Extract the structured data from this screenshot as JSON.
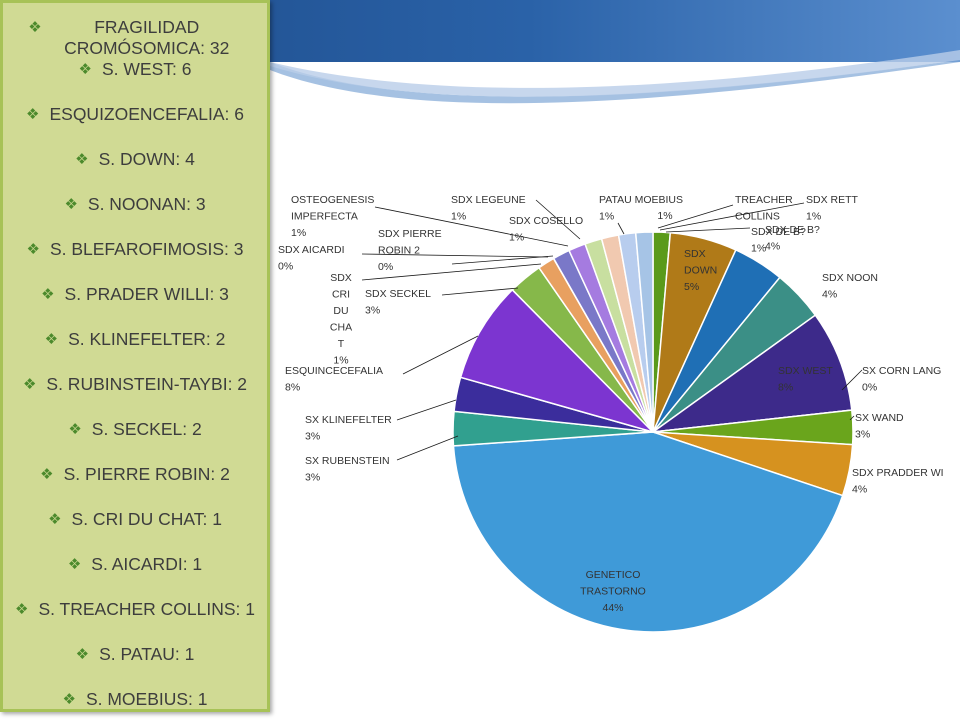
{
  "side_panel": {
    "items": [
      {
        "text": "FRAGILIDAD CROMÓSOMICA: 32",
        "bullet": "❖"
      },
      {
        "text": "S. WEST: 6",
        "bullet": "❖"
      },
      {
        "text": "ESQUIZOENCEFALIA: 6",
        "bullet": "❖"
      },
      {
        "text": "S. DOWN: 4",
        "bullet": "❖"
      },
      {
        "text": "S. NOONAN: 3",
        "bullet": "❖"
      },
      {
        "text": "S. BLEFAROFIMOSIS: 3",
        "bullet": "❖"
      },
      {
        "text": "S. PRADER WILLI: 3",
        "bullet": "❖"
      },
      {
        "text": "S. KLINEFELTER: 2",
        "bullet": "❖"
      },
      {
        "text": "S. RUBINSTEIN-TAYBI: 2",
        "bullet": "❖"
      },
      {
        "text": "S. SECKEL: 2",
        "bullet": "❖"
      },
      {
        "text": "S. PIERRE ROBIN: 2",
        "bullet": "❖"
      },
      {
        "text": "S. CRI DU CHAT: 1",
        "bullet": "❖"
      },
      {
        "text": "S. AICARDI: 1",
        "bullet": "❖"
      },
      {
        "text": "S. TREACHER COLLINS: 1",
        "bullet": "❖"
      },
      {
        "text": "S. PATAU: 1",
        "bullet": "❖"
      },
      {
        "text": "S. MOEBIUS: 1",
        "bullet": "❖"
      }
    ]
  },
  "chart_data": {
    "type": "pie",
    "start": "top, clockwise",
    "slices": [
      {
        "label": "SDX DE B?",
        "pct": "1%",
        "value": 1.4,
        "color": "#5a9a1a"
      },
      {
        "label": "SDX DOWN",
        "pct": "5%",
        "value": 5.5,
        "color": "#b07a18"
      },
      {
        "label": "SDX DE B?",
        "pct": "4%",
        "value": 4.2,
        "color": "#1f6fb5"
      },
      {
        "label": "SDX NOON",
        "pct": "4%",
        "value": 4.2,
        "color": "#3b8f86"
      },
      {
        "label": "SDX WEST",
        "pct": "8%",
        "value": 8.3,
        "color": "#3d2a8a"
      },
      {
        "label": "SX CORN LANG",
        "pct": "0%",
        "value": 0.001,
        "color": "#6f5bbf"
      },
      {
        "label": "SX WAND",
        "pct": "3%",
        "value": 2.8,
        "color": "#6aa51c"
      },
      {
        "label": "SDX PRADDER WI",
        "pct": "4%",
        "value": 4.2,
        "color": "#d6921f"
      },
      {
        "label": "GENETICO TRASTORNO",
        "pct": "44%",
        "value": 44.4,
        "color": "#3f9ad8"
      },
      {
        "label": "SX RUBENSTEIN",
        "pct": "3%",
        "value": 2.8,
        "color": "#31a08f"
      },
      {
        "label": "SX KLINEFELTER",
        "pct": "3%",
        "value": 2.8,
        "color": "#3b2d9c"
      },
      {
        "label": "ESQUINCECEFALIA",
        "pct": "8%",
        "value": 8.3,
        "color": "#7c35d0"
      },
      {
        "label": "SDX SECKEL",
        "pct": "3%",
        "value": 2.8,
        "color": "#86b84a"
      },
      {
        "label": "SDX CRI DU CHAT",
        "pct": "1%",
        "value": 1.4,
        "color": "#e8a060"
      },
      {
        "label": "SDX AICARDI",
        "pct": "0%",
        "value": 0.001,
        "color": "#7a5fbf"
      },
      {
        "label": "SDX PIERRE ROBIN 2",
        "pct": "0%",
        "value": 0.001,
        "color": "#5b7fd0"
      },
      {
        "label": "OSTEOGENESIS IMPERFECTA",
        "pct": "1%",
        "value": 1.4,
        "color": "#7a78c8"
      },
      {
        "label": "SDX LEGEUNE",
        "pct": "1%",
        "value": 1.4,
        "color": "#a57be0"
      },
      {
        "label": "SDX COSELLO",
        "pct": "1%",
        "value": 1.4,
        "color": "#c8dfa0"
      },
      {
        "label": "PATAU MOEBIUS",
        "pct": "1%",
        "value": 1.4,
        "color": "#f1c9b0"
      },
      {
        "label": "TREACHER COLLINS",
        "pct": "1%",
        "value": 1.4,
        "color": "#b8cdee"
      },
      {
        "label": "SDX RETT",
        "pct": "1%",
        "value": 1.4,
        "color": "#a6c4e6"
      }
    ],
    "labels": [
      {
        "lines": [
          "SDX",
          "DOWN",
          "5%"
        ]
      },
      {
        "lines": [
          "SDX DE B?",
          "4%"
        ]
      },
      {
        "lines": [
          "SDX NOON",
          "4%"
        ]
      },
      {
        "lines": [
          "SDX WEST",
          "8%"
        ]
      },
      {
        "lines": [
          "SX CORN LANG",
          "0%"
        ]
      },
      {
        "lines": [
          "SX WAND",
          "3%"
        ]
      },
      {
        "lines": [
          "SDX PRADDER WI",
          "4%"
        ]
      },
      {
        "lines": [
          "GENETICO",
          "TRASTORNO",
          "44%"
        ]
      },
      {
        "lines": [
          "SX RUBENSTEIN",
          "3%"
        ]
      },
      {
        "lines": [
          "SX KLINEFELTER",
          "3%"
        ]
      },
      {
        "lines": [
          "ESQUINCECEFALIA",
          "8%"
        ]
      },
      {
        "lines": [
          "SDX SECKEL",
          "3%"
        ]
      },
      {
        "lines": [
          "SDX",
          "CRI",
          "DU",
          "CHA",
          "T",
          "1%"
        ]
      },
      {
        "lines": [
          "SDX AICARDI",
          "0%"
        ]
      },
      {
        "lines": [
          "SDX PIERRE",
          "ROBIN 2",
          "0%"
        ]
      },
      {
        "lines": [
          "OSTEOGENESIS",
          "IMPERFECTA",
          "1%"
        ]
      },
      {
        "lines": [
          "SDX LEGEUNE",
          "1%"
        ]
      },
      {
        "lines": [
          "SDX COSELLO",
          "1%"
        ]
      },
      {
        "lines": [
          "PATAU MOEBIUS",
          "1%"
        ]
      },
      {
        "lines": [
          "1%"
        ]
      },
      {
        "lines": [
          "TREACHER",
          "COLLINS"
        ]
      },
      {
        "lines": [
          "SDX RETT",
          "1%"
        ]
      },
      {
        "lines": [
          "SDX DE B?",
          "1%"
        ]
      }
    ]
  }
}
